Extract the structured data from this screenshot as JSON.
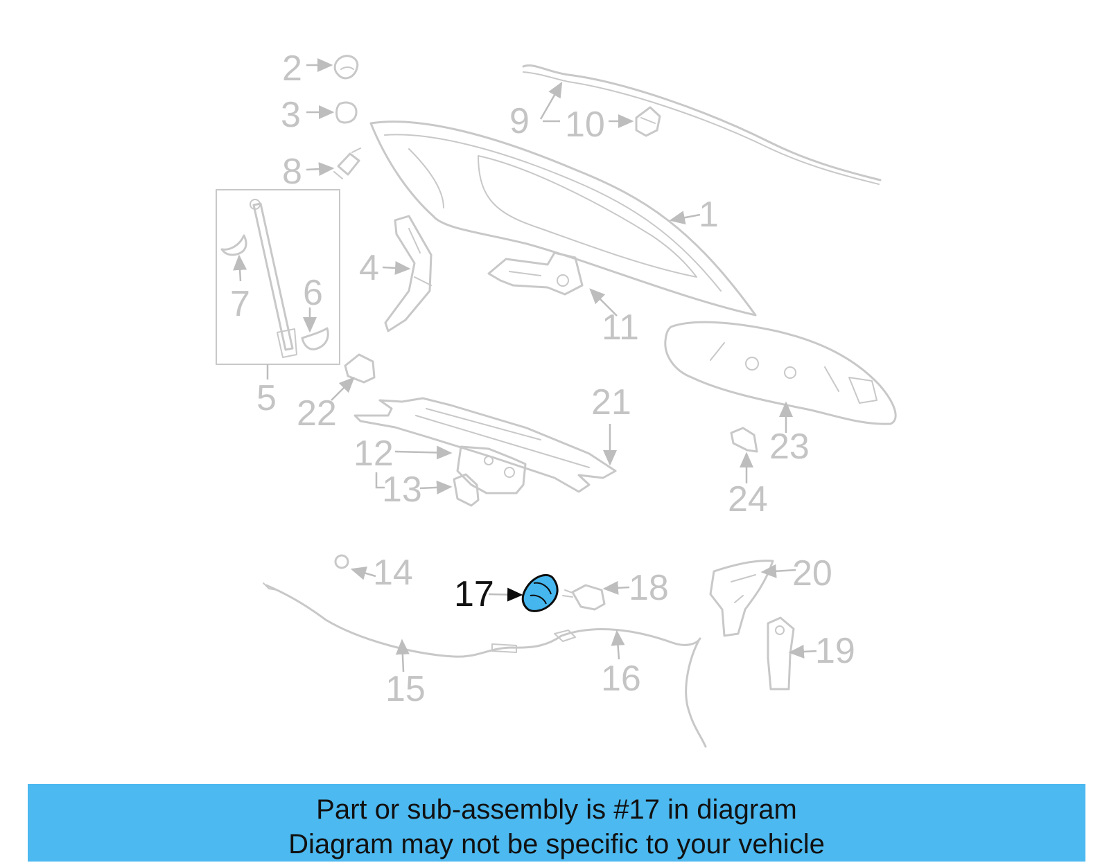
{
  "diagram": {
    "highlighted_callout": "17",
    "highlight_color": "#45b6ee",
    "part_line_color": "#c8c8c8",
    "callouts": {
      "c1": "1",
      "c2": "2",
      "c3": "3",
      "c4": "4",
      "c5": "5",
      "c6": "6",
      "c7": "7",
      "c8": "8",
      "c9": "9",
      "c10": "10",
      "c11": "11",
      "c12": "12",
      "c13": "13",
      "c14": "14",
      "c15": "15",
      "c16": "16",
      "c17": "17",
      "c18": "18",
      "c19": "19",
      "c20": "20",
      "c21": "21",
      "c22": "22",
      "c23": "23",
      "c24": "24"
    }
  },
  "banner": {
    "background_color": "#4cb9f0",
    "line1": "Part or sub-assembly is #17 in diagram",
    "line2": "Diagram may not be specific to your vehicle"
  }
}
